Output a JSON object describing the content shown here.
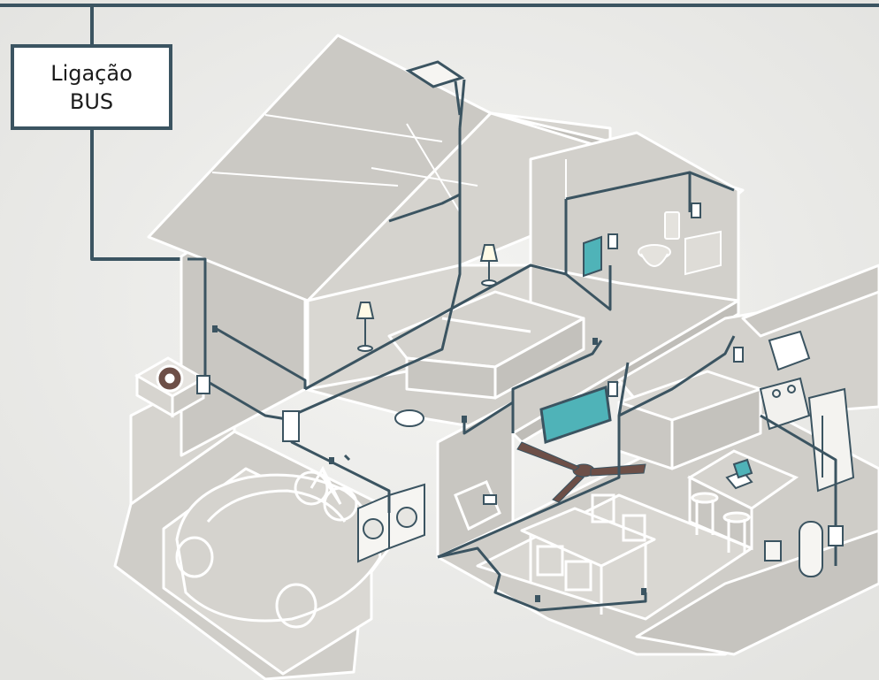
{
  "bus_label": {
    "line1": "Ligação",
    "line2": "BUS"
  },
  "colors": {
    "background": "#ececea",
    "bus_line": "#3b5461",
    "house_fill": "#cfcdc8",
    "house_stroke": "#ffffff",
    "screen": "#4fb3b8",
    "fan": "#6d4f47"
  },
  "icons": [
    "house-cutaway",
    "car",
    "bicycle",
    "washing-machine",
    "dryer",
    "air-conditioner",
    "refrigerator",
    "stove",
    "microwave",
    "television",
    "monitor",
    "ceiling-fan",
    "bed",
    "lamp",
    "toilet",
    "sink",
    "laptop",
    "robot-vacuum",
    "water-heater",
    "dining-table",
    "bar-stools",
    "thermostat",
    "router"
  ]
}
